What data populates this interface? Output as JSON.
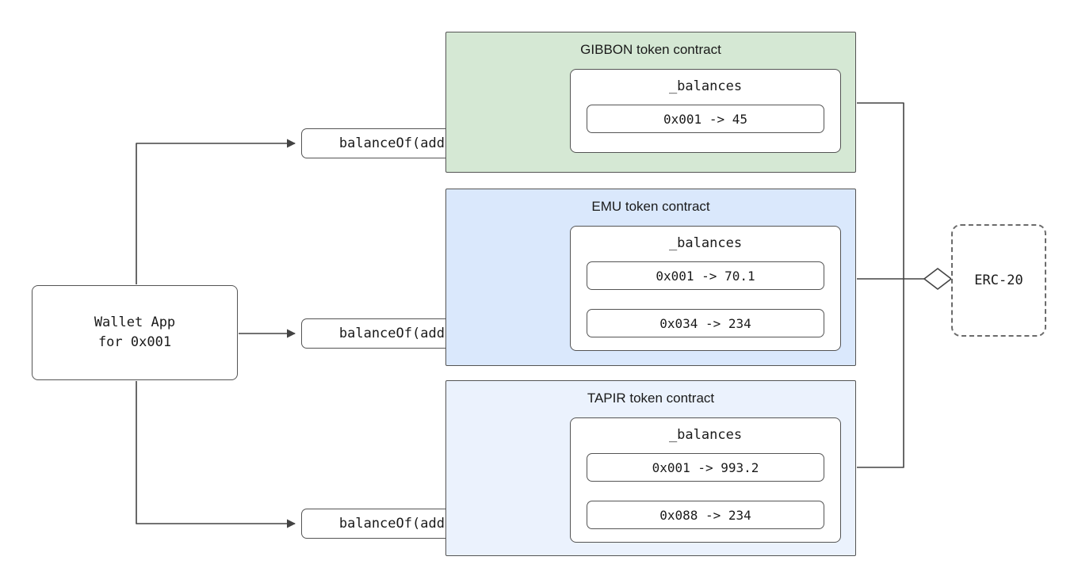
{
  "diagram": {
    "wallet": {
      "line1": "Wallet App",
      "line2": "for 0x001"
    },
    "calls": [
      {
        "label": "balanceOf(address)"
      },
      {
        "label": "balanceOf(address)"
      },
      {
        "label": "balanceOf(address)"
      }
    ],
    "contracts": [
      {
        "title": "GIBBON token contract",
        "map_title": "_balances",
        "entries": [
          "0x001 -> 45"
        ],
        "fill": "#d5e8d4"
      },
      {
        "title": "EMU token contract",
        "map_title": "_balances",
        "entries": [
          "0x001 -> 70.1",
          "0x034 -> 234"
        ],
        "fill": "#dae8fc"
      },
      {
        "title": "TAPIR token contract",
        "map_title": "_balances",
        "entries": [
          "0x001 -> 993.2",
          "0x088 -> 234"
        ],
        "fill": "#ebf2fd"
      }
    ],
    "interface": {
      "label": "ERC-20"
    },
    "colors": {
      "line": "#434343",
      "border": "#545454"
    }
  }
}
